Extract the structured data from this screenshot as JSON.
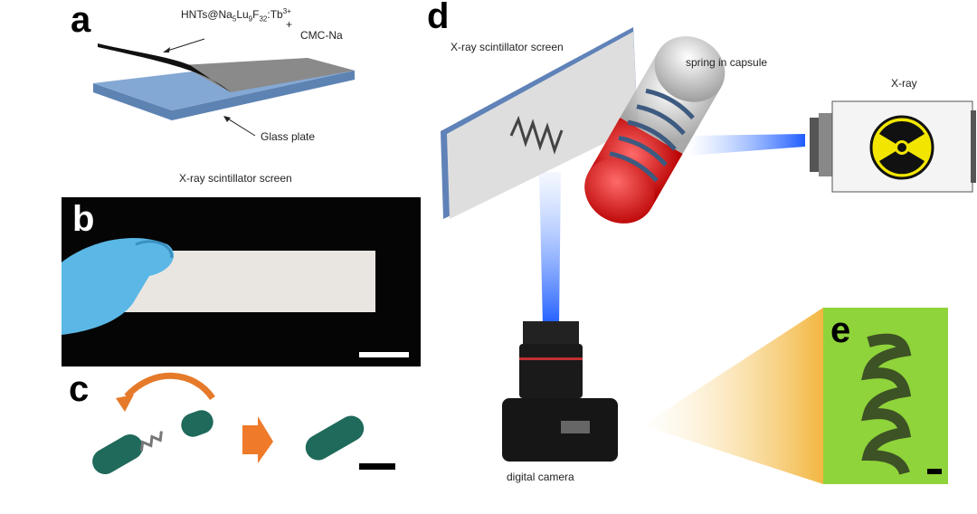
{
  "panels": {
    "a": "a",
    "b": "b",
    "c": "c",
    "d": "d",
    "e": "e"
  },
  "panel_a": {
    "material_label_main": "HNTs@Na",
    "material_sub1": "5",
    "material_mid1": "Lu",
    "material_sub2": "9",
    "material_mid2": "F",
    "material_sub3": "32",
    "material_mid3": ":Tb",
    "material_sup": "3+",
    "plus": "+",
    "binder_label": "CMC-Na",
    "glass_label": "Glass plate"
  },
  "panel_b": {
    "title": "X-ray scintillator screen"
  },
  "panel_d": {
    "screen_label": "X-ray scintillator screen",
    "capsule_label": "spring in capsule",
    "xray_label": "X-ray",
    "camera_label": "digital camera"
  },
  "colors": {
    "glass": "#7fa3cf",
    "beam": "#2f6cff",
    "capsule_red": "#e01818",
    "capsule_green": "#1f6a5a",
    "arrow_orange": "#ee7a2a",
    "hazard_yellow": "#f2e600",
    "image_green": "#8fd43a"
  }
}
